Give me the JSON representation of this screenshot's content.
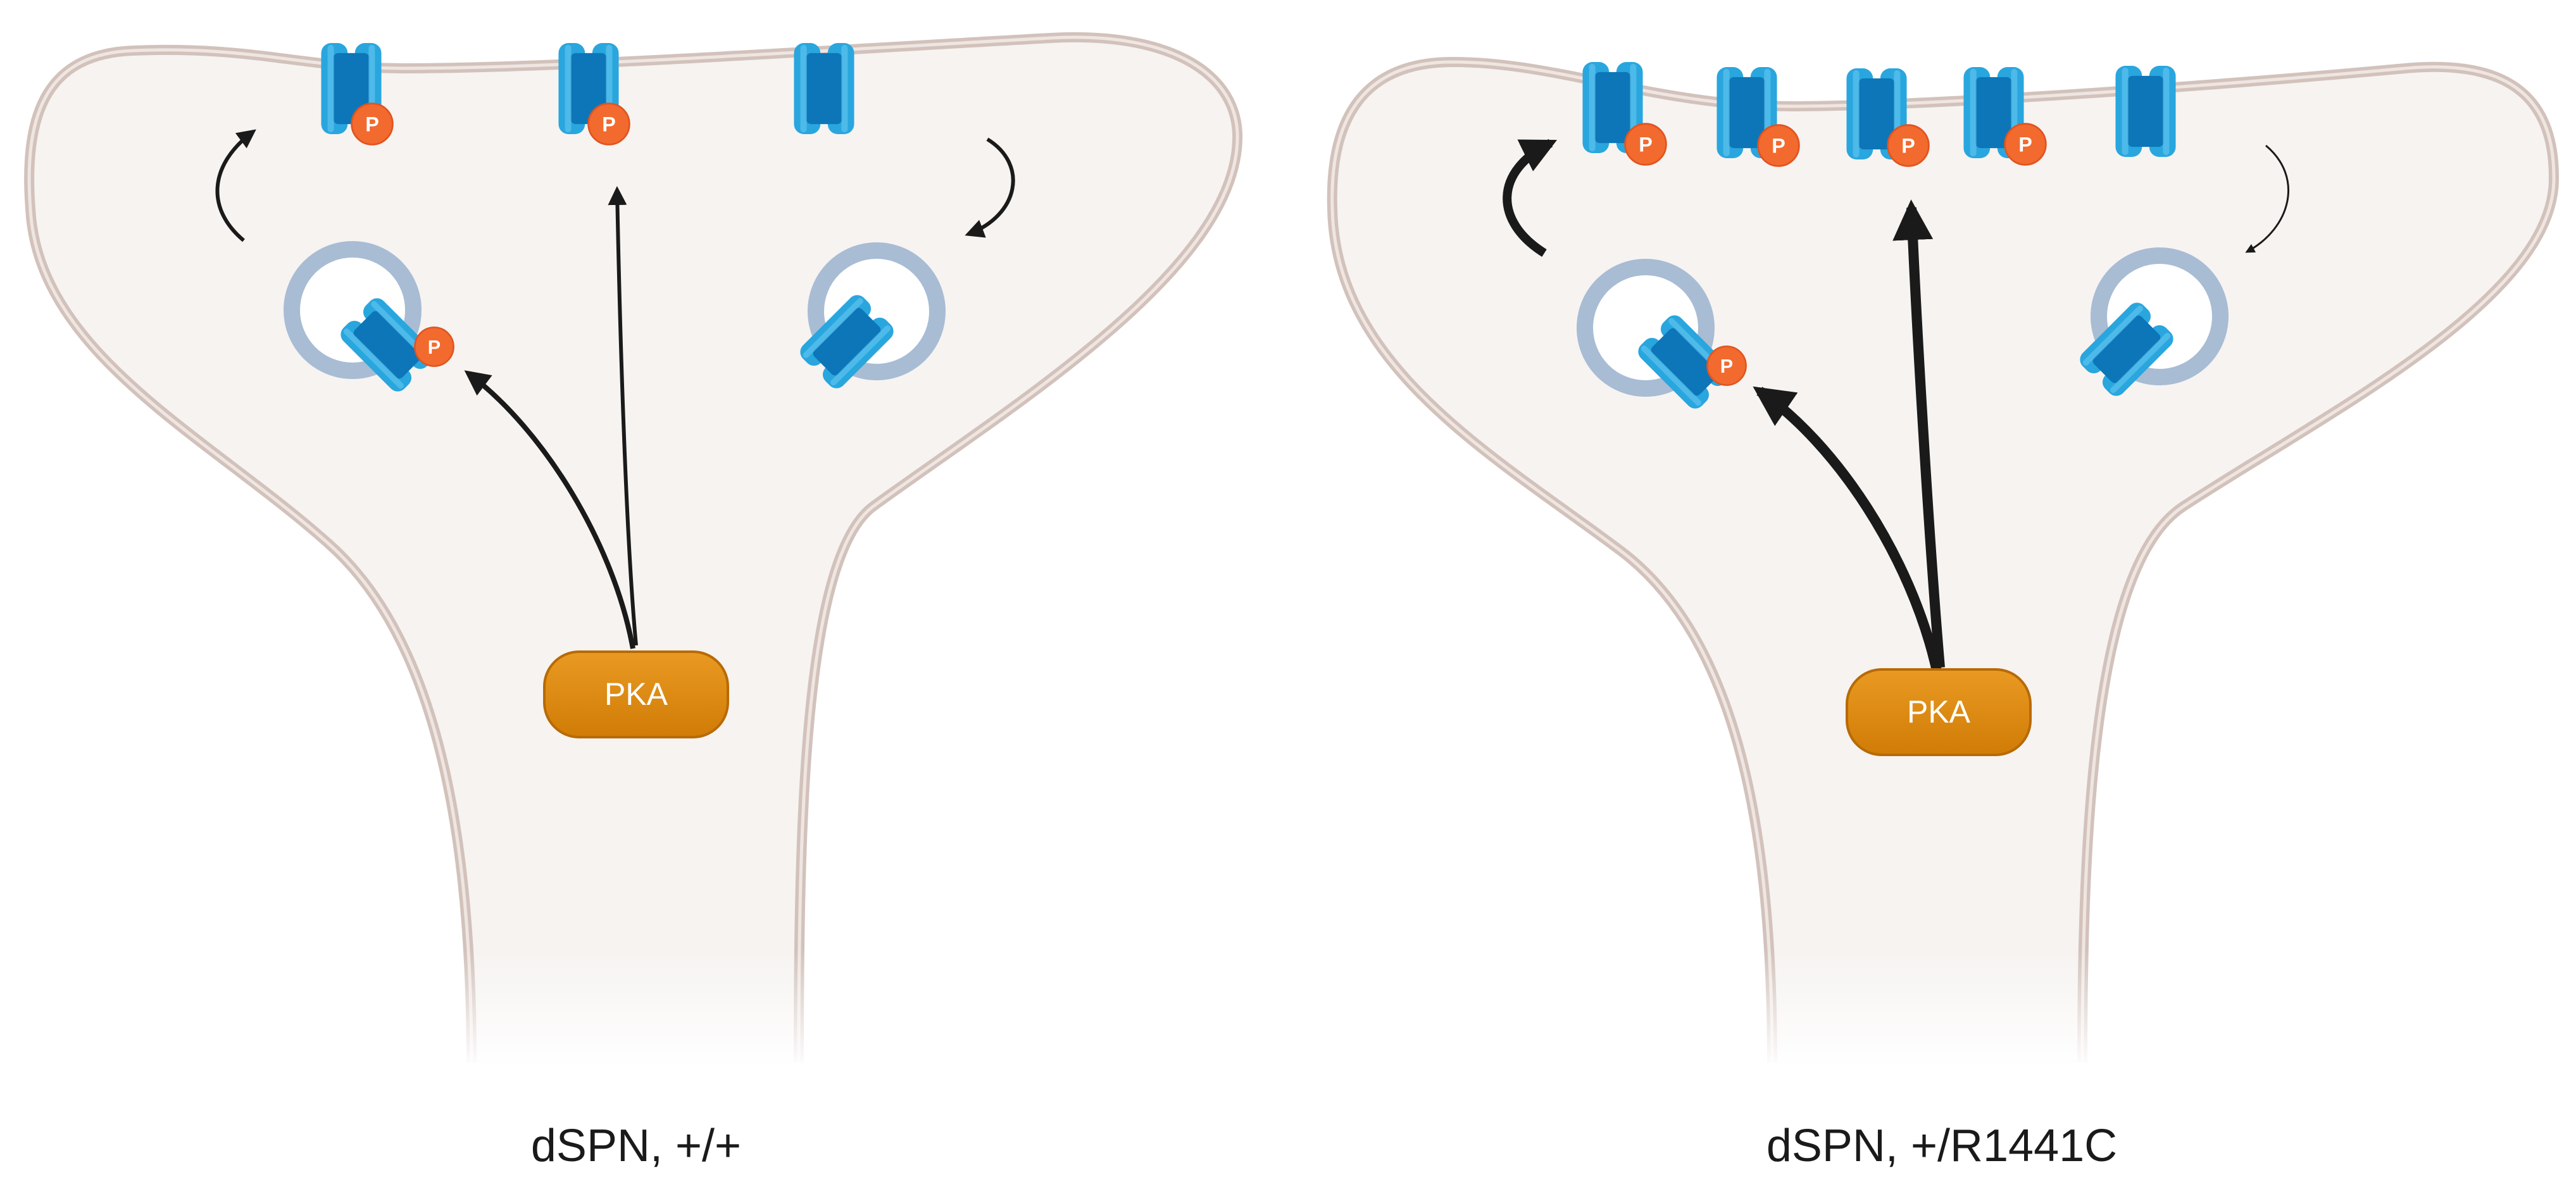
{
  "panels": [
    {
      "caption": "dSPN, +/+",
      "enzyme_label": "PKA",
      "phospho_label": "P",
      "membrane_channels": 3,
      "membrane_channels_phosphorylated": 2,
      "vesicles": 2,
      "vesicles_phosphorylated": 1
    },
    {
      "caption": "dSPN, +/R1441C",
      "enzyme_label": "PKA",
      "phospho_label": "P",
      "membrane_channels": 5,
      "membrane_channels_phosphorylated": 4,
      "vesicles": 2,
      "vesicles_phosphorylated": 1
    }
  ],
  "colors": {
    "cell_fill": "#f6f3f1",
    "membrane_outer": "#d2c2bb",
    "channel_blue": "#29a6de",
    "channel_dark": "#0c76b8",
    "phospho_orange": "#f26a2e",
    "pka_orange": "#de8a0c",
    "vesicle_ring": "#a8bcd4",
    "arrow": "#1a1a1a"
  },
  "icons": [
    "ion-channel-icon",
    "phosphate-icon",
    "vesicle-icon",
    "kinase-icon",
    "arrow-icon"
  ]
}
